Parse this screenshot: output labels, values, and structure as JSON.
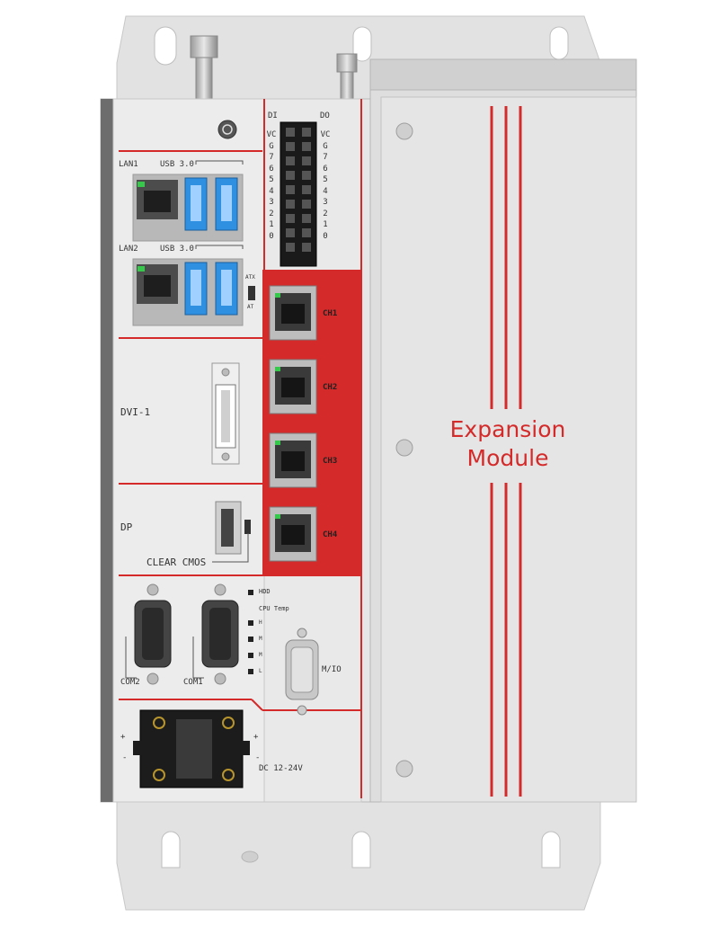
{
  "labels": {
    "lan1": "LAN1",
    "usb1": "USB 3.0",
    "lan2": "LAN2",
    "usb2": "USB 3.0",
    "dvi": "DVI-1",
    "dp": "DP",
    "clear_cmos": "CLEAR CMOS",
    "com2": "COM2",
    "com1": "COM1",
    "mio": "M/IO",
    "dc": "DC 12-24V",
    "di": "DI",
    "do": "DO",
    "hdd": "HDD",
    "cpu_temp": "CPU Temp",
    "temp_levels": [
      "H",
      "M",
      "M",
      "L"
    ],
    "at_atx_top": "ATX",
    "at_atx_bottom": "AT",
    "plus_left": "+",
    "minus_left": "-",
    "plus_right": "+",
    "minus_right": "-",
    "di_pins": [
      "VC",
      "G",
      "7",
      "6",
      "5",
      "4",
      "3",
      "2",
      "1",
      "0"
    ],
    "do_pins": [
      "VC",
      "G",
      "7",
      "6",
      "5",
      "4",
      "3",
      "2",
      "1",
      "0"
    ],
    "channels": [
      "CH1",
      "CH2",
      "CH3",
      "CH4"
    ],
    "expansion_line1": "Expansion",
    "expansion_line2": "Module"
  },
  "colors": {
    "chassis": "#dcdcdc",
    "panel": "#eeeeee",
    "accent_red": "#d42a2a",
    "usb_blue": "#2f8fe0",
    "led_green": "#35c84a"
  }
}
